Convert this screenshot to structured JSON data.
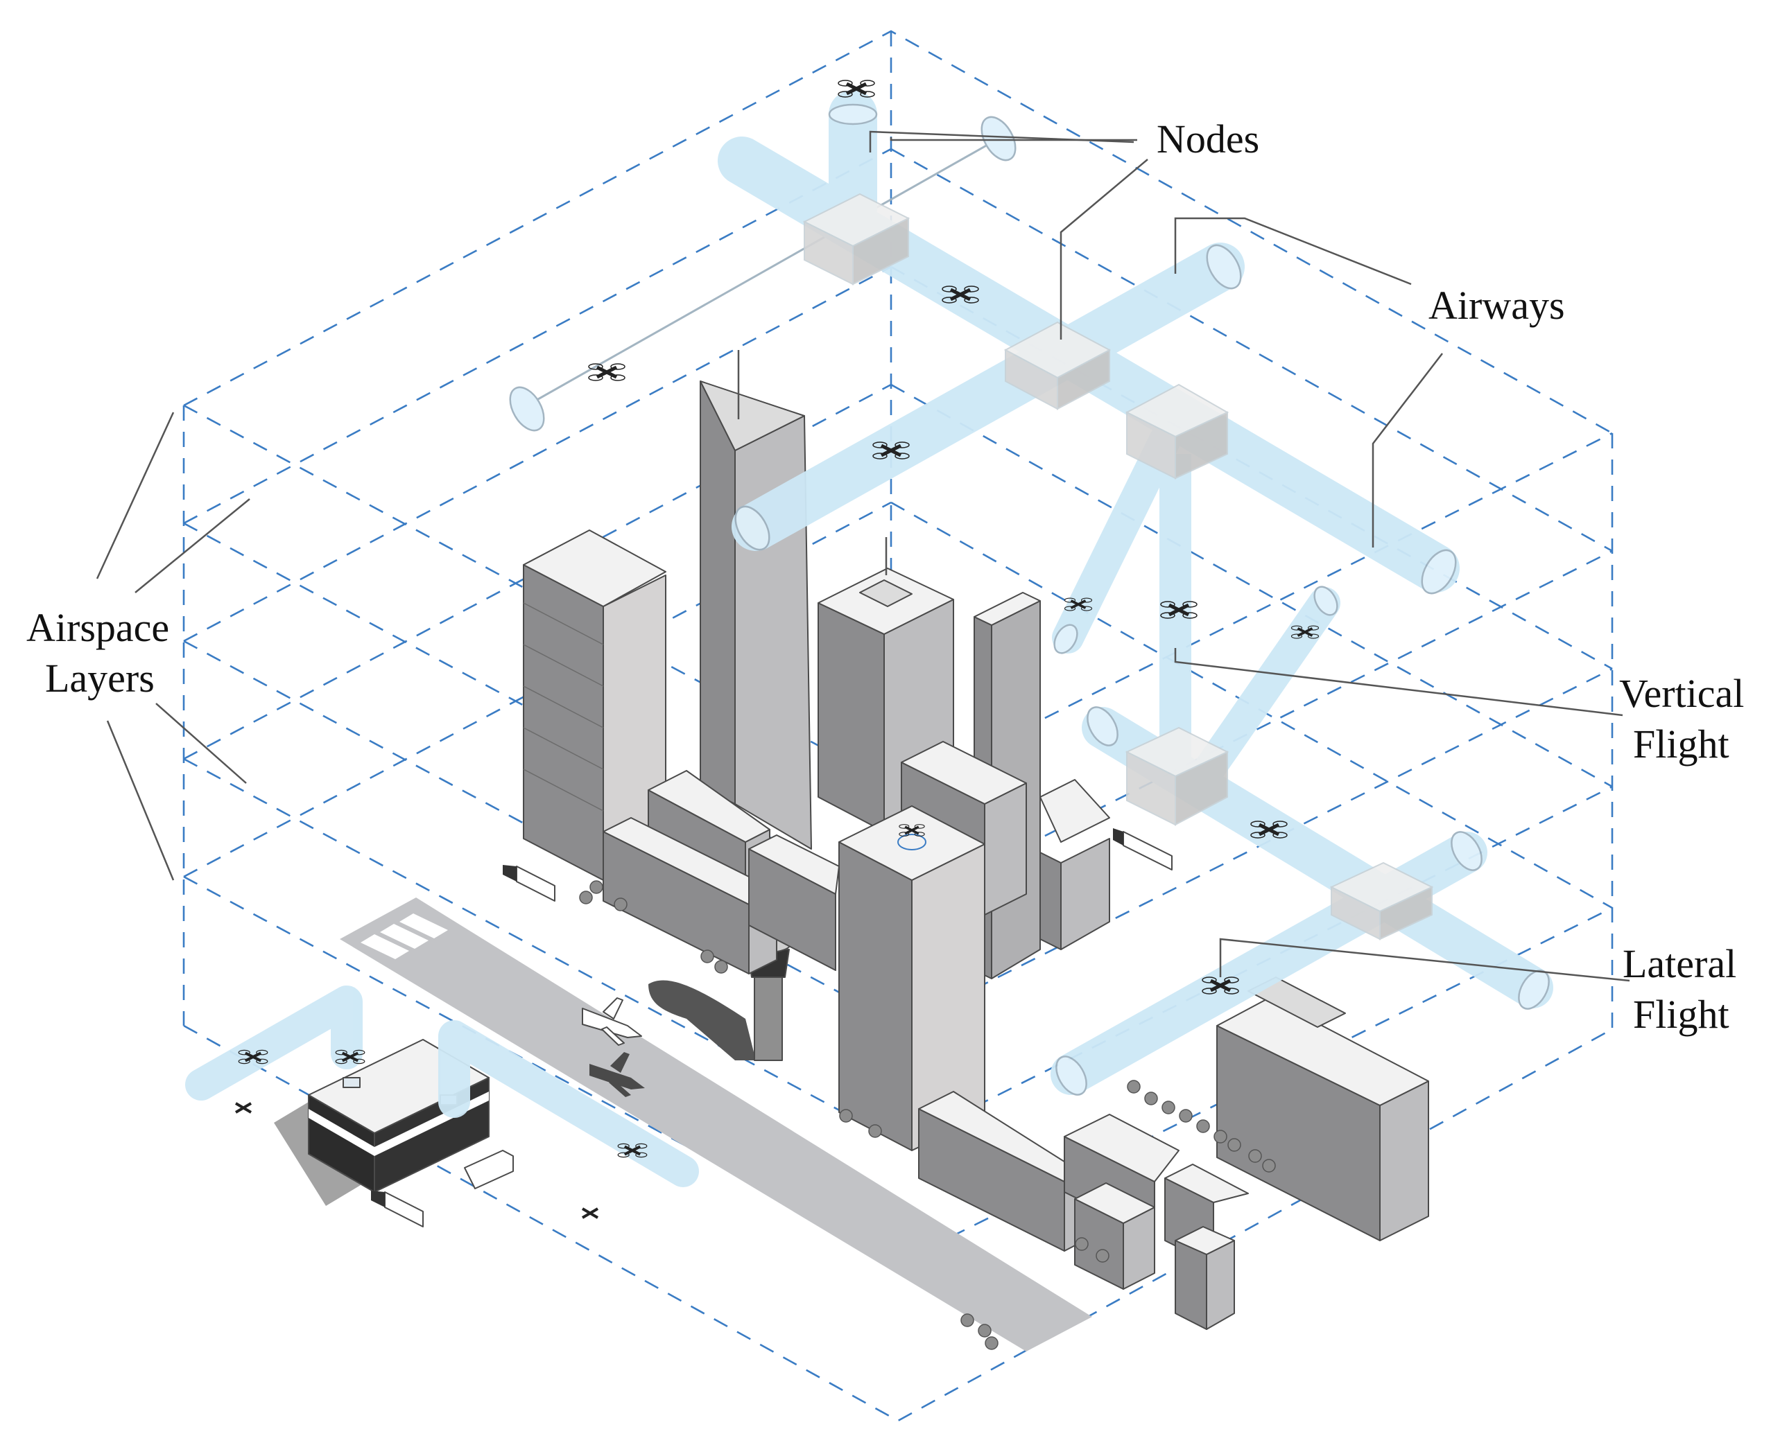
{
  "labels": {
    "nodes": "Nodes",
    "airways": "Airways",
    "airspace_line1": "Airspace",
    "airspace_line2": "Layers",
    "vertical_line1": "Vertical",
    "vertical_line2": "Flight",
    "lateral_line1": "Lateral",
    "lateral_line2": "Flight"
  },
  "colors": {
    "airway": "#cde8f6",
    "airspace_dash": "#3a7cc4",
    "building_left": "#8c8c8e",
    "building_right": "#bdbdbf",
    "building_top": "#f2f2f2",
    "runway": "#c2c3c6"
  }
}
